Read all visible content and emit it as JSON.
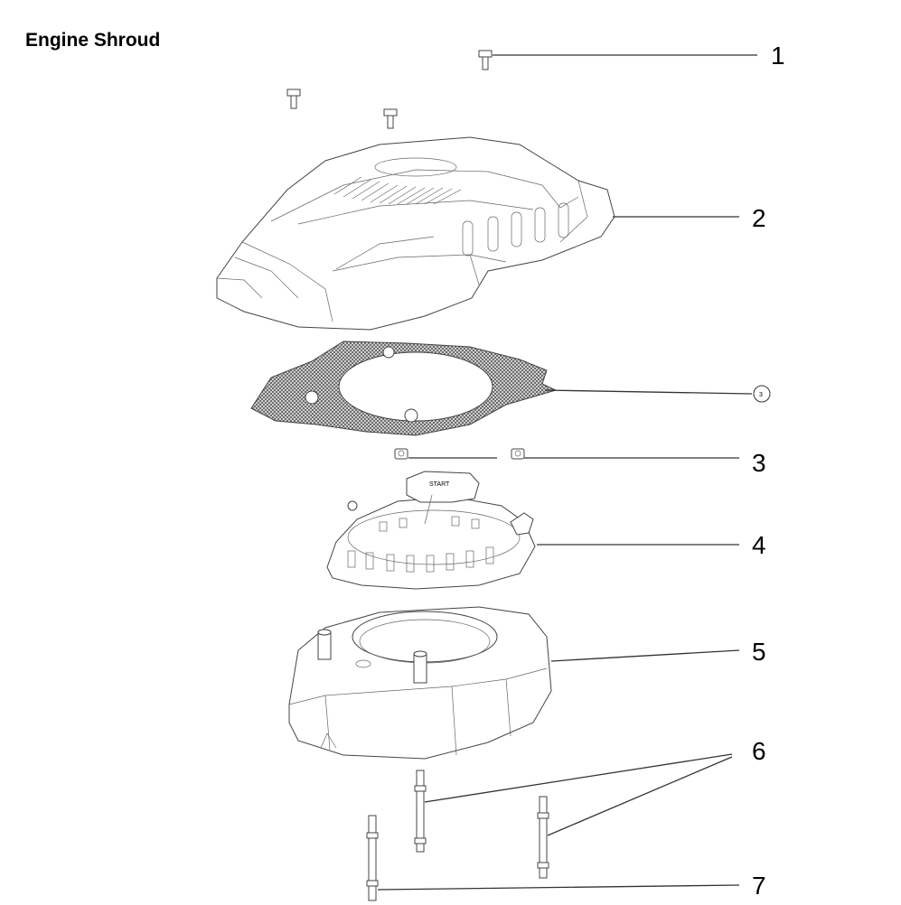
{
  "title": "Engine Shroud",
  "callouts": [
    "1",
    "2",
    "3",
    "4",
    "5",
    "6",
    "7"
  ],
  "gasket_callout": "3",
  "starter_handle_text": "START",
  "colors": {
    "line": "#333333",
    "gasket": "#555555",
    "background": "#ffffff"
  }
}
